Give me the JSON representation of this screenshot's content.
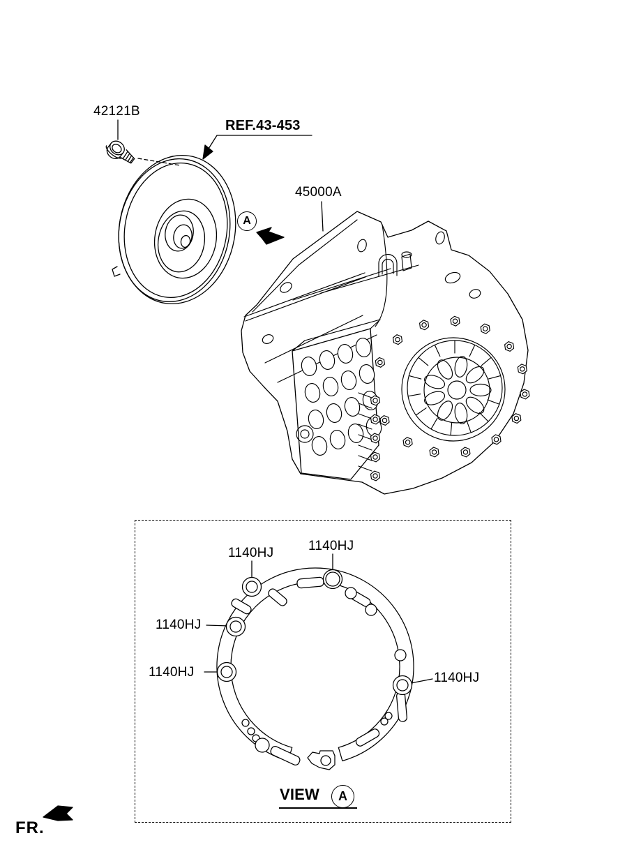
{
  "page": {
    "background": "#ffffff",
    "line_color": "#000000"
  },
  "callouts": {
    "bolt_part_no": "42121B",
    "reference_label": "REF.43-453",
    "assembly_part_no": "45000A",
    "gasket_part_no": [
      "1140HJ",
      "1140HJ",
      "1140HJ",
      "1140HJ",
      "1140HJ"
    ]
  },
  "markers": {
    "section_marker": "A",
    "view_title": "VIEW",
    "view_marker": "A",
    "front_direction": "FR."
  }
}
